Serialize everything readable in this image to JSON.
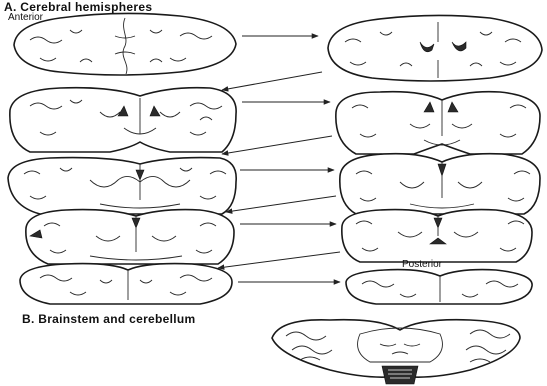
{
  "labels": {
    "section_a": "A.  Cerebral hemispheres",
    "anterior": "Anterior",
    "posterior": "Posterior",
    "section_b": "B.  Brainstem and cerebellum"
  },
  "colors": {
    "line": "#1a1a1a",
    "background": "#ffffff"
  },
  "slices": [
    {
      "name": "slice-1",
      "type": "horizontal"
    },
    {
      "name": "slice-2",
      "type": "horizontal"
    },
    {
      "name": "slice-3",
      "type": "coronal"
    },
    {
      "name": "slice-4",
      "type": "coronal"
    },
    {
      "name": "slice-5",
      "type": "coronal"
    },
    {
      "name": "slice-6",
      "type": "coronal"
    },
    {
      "name": "slice-7",
      "type": "coronal"
    },
    {
      "name": "slice-8",
      "type": "coronal"
    },
    {
      "name": "slice-9",
      "type": "coronal"
    },
    {
      "name": "slice-10",
      "type": "coronal"
    },
    {
      "name": "brainstem-cerebellum",
      "type": "axial"
    }
  ]
}
